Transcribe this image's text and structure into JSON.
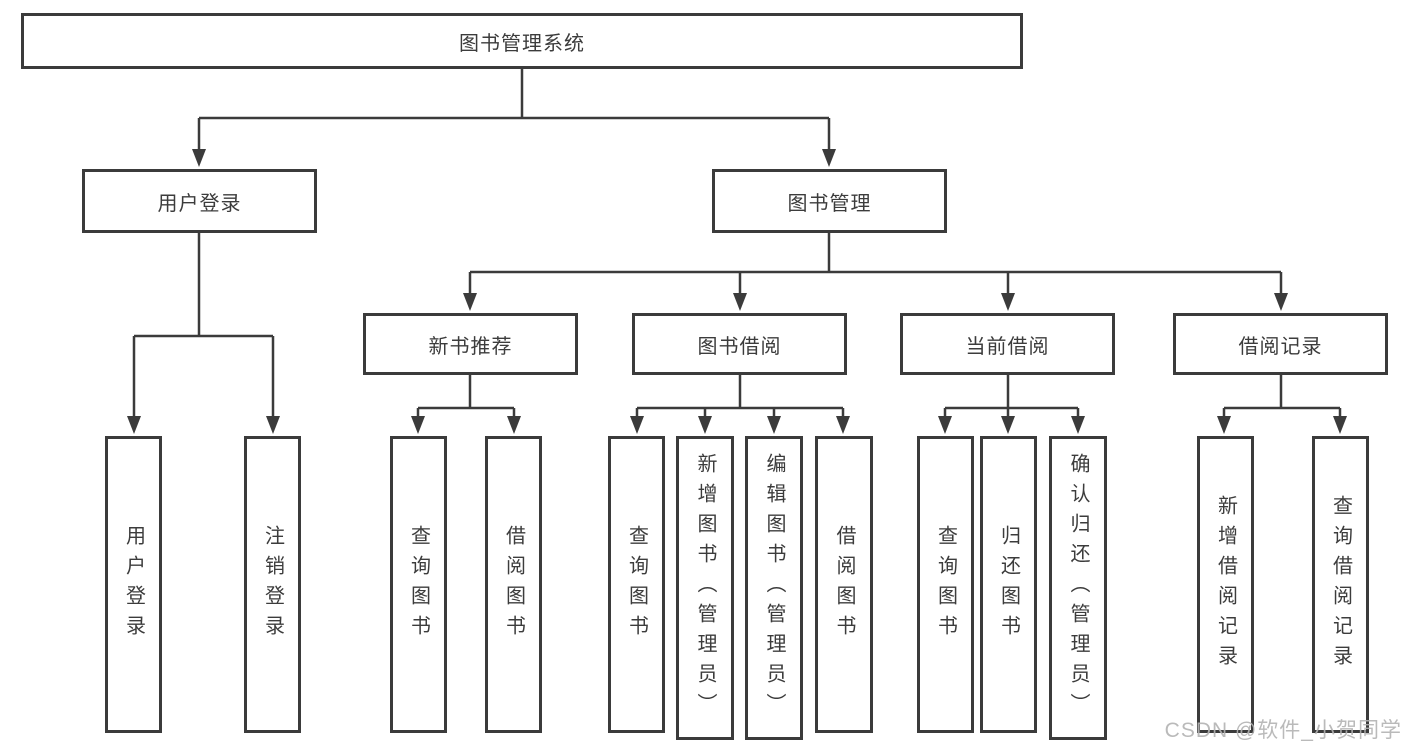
{
  "diagram": {
    "title": "图书管理系统",
    "branches": [
      {
        "label": "用户登录",
        "children": [
          {
            "label": "用户登录"
          },
          {
            "label": "注销登录"
          }
        ]
      },
      {
        "label": "图书管理",
        "children": [
          {
            "label": "新书推荐",
            "children": [
              {
                "label": "查询图书"
              },
              {
                "label": "借阅图书"
              }
            ]
          },
          {
            "label": "图书借阅",
            "children": [
              {
                "label": "查询图书"
              },
              {
                "label": "新增图书（管理员）"
              },
              {
                "label": "编辑图书（管理员）"
              },
              {
                "label": "借阅图书"
              }
            ]
          },
          {
            "label": "当前借阅",
            "children": [
              {
                "label": "查询图书"
              },
              {
                "label": "归还图书"
              },
              {
                "label": "确认归还（管理员）"
              }
            ]
          },
          {
            "label": "借阅记录",
            "children": [
              {
                "label": "新增借阅记录"
              },
              {
                "label": "查询借阅记录"
              }
            ]
          }
        ]
      }
    ],
    "watermark": "CSDN @软件_小贺同学",
    "colors": {
      "line": "#3b3b3b",
      "text": "#3c3c3c",
      "background": "#ffffff",
      "watermark": "#b3b3b3"
    }
  }
}
